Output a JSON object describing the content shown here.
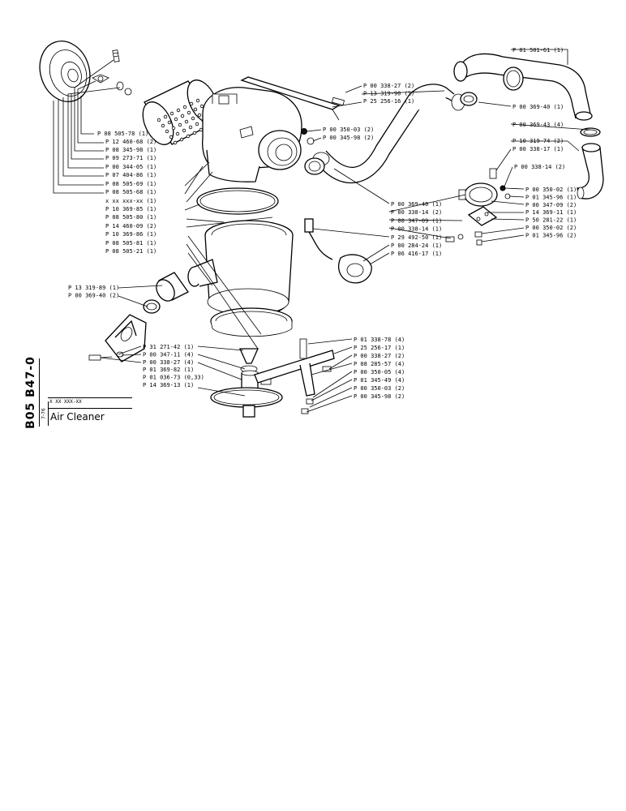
{
  "sheet": {
    "code": "B05 B47-0",
    "date": "7-76",
    "part_code": "X XX XXX-XX",
    "title": "Air Cleaner"
  },
  "callouts_left": [
    "P 08 505-78 (1)",
    "P 12 460-68 (2)",
    "P 08 345-98 (1)",
    "P 09 273-71 (1)",
    "P 00 344-05 (1)",
    "P 07 404-86 (1)",
    "P 08 505-69 (1)",
    "P 08 505-68 (1)",
    "x xx xxx-xx (1)",
    "P 10 369-85 (1)",
    "P 08 505-80 (1)",
    "P 14 460-09 (2)",
    "P 10 369-86 (1)",
    "P 08 505-81 (1)",
    "P 08 505-21 (1)"
  ],
  "callouts_mid_left": [
    "P 13 319-89 (1)",
    "P 00 369-40 (2)"
  ],
  "callouts_bottom_left": [
    "P 31 271-42 (1)",
    "P 00 347-11 (4)",
    "P 00 338-27 (4)",
    "P 01 369-82 (1)",
    "P 01 036-73 (0,33)",
    "P 14 369-13 (1)"
  ],
  "callouts_top_center": [
    "P 00 338-27 (2)",
    "P 13 319-90 (1)",
    "P 25 256-16 (1)"
  ],
  "callouts_center": [
    "P 00 350-03 (2)",
    "P 00 345-98 (2)"
  ],
  "callouts_top_right": [
    "P 01 501-61 (1)",
    "P 00 369-40 (1)",
    "P 00 369-43 (4)"
  ],
  "callouts_right_upper": [
    "P 10 319-74 (2)",
    "P 00 338-17 (1)",
    "P 00 338-14 (2)"
  ],
  "callouts_right_mid": [
    "P 00 350-02 (1)",
    "P 01 345-96 (1)",
    "P 00 347-09 (2)",
    "P 14 369-11 (1)",
    "P 50 281-22 (1)",
    "P 00 350-02 (2)",
    "P 01 345-96 (2)"
  ],
  "callouts_center_right": [
    "P 00 369-40 (1)",
    "P 00 338-14 (2)",
    "P 00 347-09 (1)",
    "P 00 338-14 (1)",
    "P 29 492-50 (1)",
    "P 00 284-24 (1)",
    "P 06 416-17 (1)"
  ],
  "callouts_bottom_right": [
    "P 01 338-78 (4)",
    "P 25 256-17 (1)",
    "P 00 338-27 (2)",
    "P 08 285-57 (4)",
    "P 00 350-05 (4)",
    "P 01 345-49 (4)",
    "P 00 350-03 (2)",
    "P 00 345-98 (2)"
  ]
}
